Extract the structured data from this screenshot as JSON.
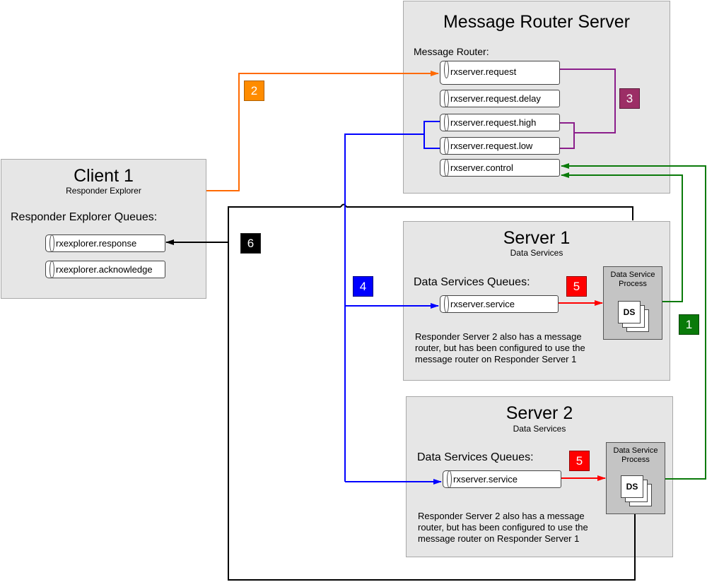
{
  "mrs": {
    "title": "Message Router Server",
    "router_label": "Message Router:",
    "queues": [
      "rxserver.request",
      "rxserver.request.delay",
      "rxserver.request.high",
      "rxserver.request.low",
      "rxserver.control"
    ]
  },
  "client": {
    "title": "Client 1",
    "subtitle": "Responder Explorer",
    "queues_label": "Responder Explorer Queues:",
    "queues": [
      "rxexplorer.response",
      "rxexplorer.acknowledge"
    ]
  },
  "server1": {
    "title": "Server 1",
    "subtitle": "Data Services",
    "queues_label": "Data Services Queues:",
    "queue": "rxserver.service",
    "process_label": "Data Service Process",
    "ds": "DS",
    "note": "Responder Server 2 also has a message router, but has been configured to use the message router on Responder Server 1"
  },
  "server2": {
    "title": "Server 2",
    "subtitle": "Data Services",
    "queues_label": "Data Services Queues:",
    "queue": "rxserver.service",
    "process_label": "Data Service Process",
    "ds": "DS",
    "note": "Responder Server 2 also has a message router, but has been configured to use the message router on Responder Server 1"
  },
  "steps": {
    "s1": "1",
    "s2": "2",
    "s3": "3",
    "s4": "4",
    "s5a": "5",
    "s5b": "5",
    "s6": "6"
  },
  "colors": {
    "step1": "#0a7a0a",
    "step2": "#ff8c00",
    "step3": "#9c2e66",
    "step4": "#0000ff",
    "step5": "#ff0000",
    "step6": "#000000",
    "purple_line": "#8b1e8b"
  }
}
